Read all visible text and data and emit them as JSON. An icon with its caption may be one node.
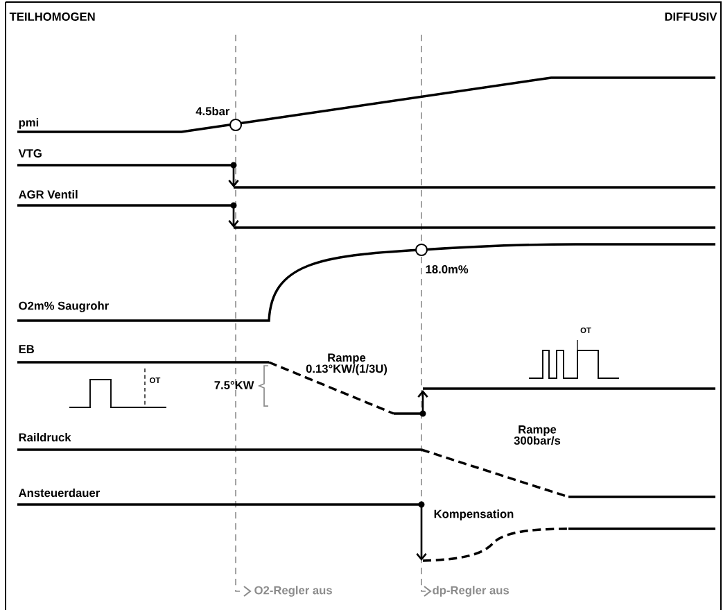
{
  "diagram": {
    "labels": [
      "TEILHOMOGEN",
      "DIFFUSIV",
      "4.5bar",
      "pmi",
      "VTG",
      "AGR Ventil",
      "18.0m%",
      "O2m% Saugrohr",
      "OT",
      "EB",
      "Rampe 0.13°KW/(1/3U)",
      "OT",
      "7.5°KW",
      "Raildruck",
      "Rampe 300bar/s",
      "Ansteuerdauer",
      "Kompensation",
      "O2-Regler aus",
      "dp-Regler aus"
    ]
  }
}
